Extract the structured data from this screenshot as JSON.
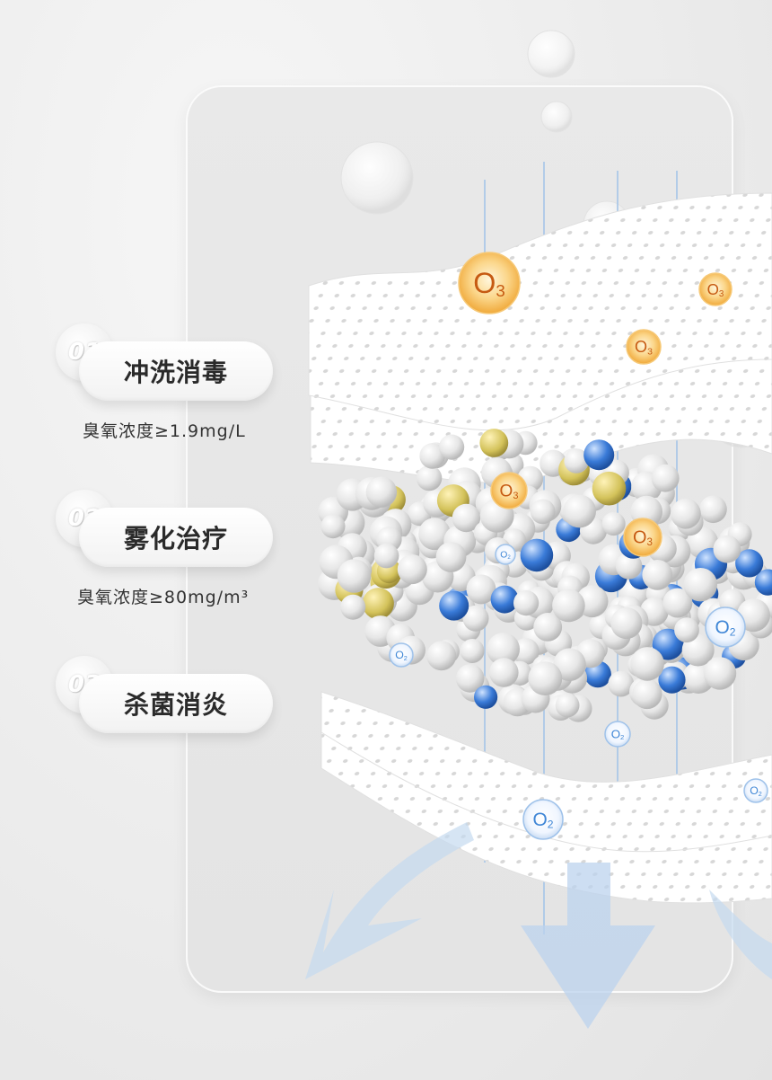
{
  "features": [
    {
      "num": "01",
      "title": "冲洗消毒",
      "detail": "臭氧浓度≥1.9mg/L"
    },
    {
      "num": "02",
      "title": "雾化治疗",
      "detail": "臭氧浓度≥80mg/m³"
    },
    {
      "num": "03",
      "title": "杀菌消炎",
      "detail": ""
    }
  ],
  "molecules": {
    "ozone": {
      "base": "O",
      "sub": "3"
    },
    "oxygen": {
      "base": "O",
      "sub": "2"
    }
  },
  "colors": {
    "ozone_gold": "#f3b23a",
    "ozone_text": "#c65a12",
    "oxygen_blue": "#3f86d6",
    "flow_blue": "#b9d2ec"
  }
}
